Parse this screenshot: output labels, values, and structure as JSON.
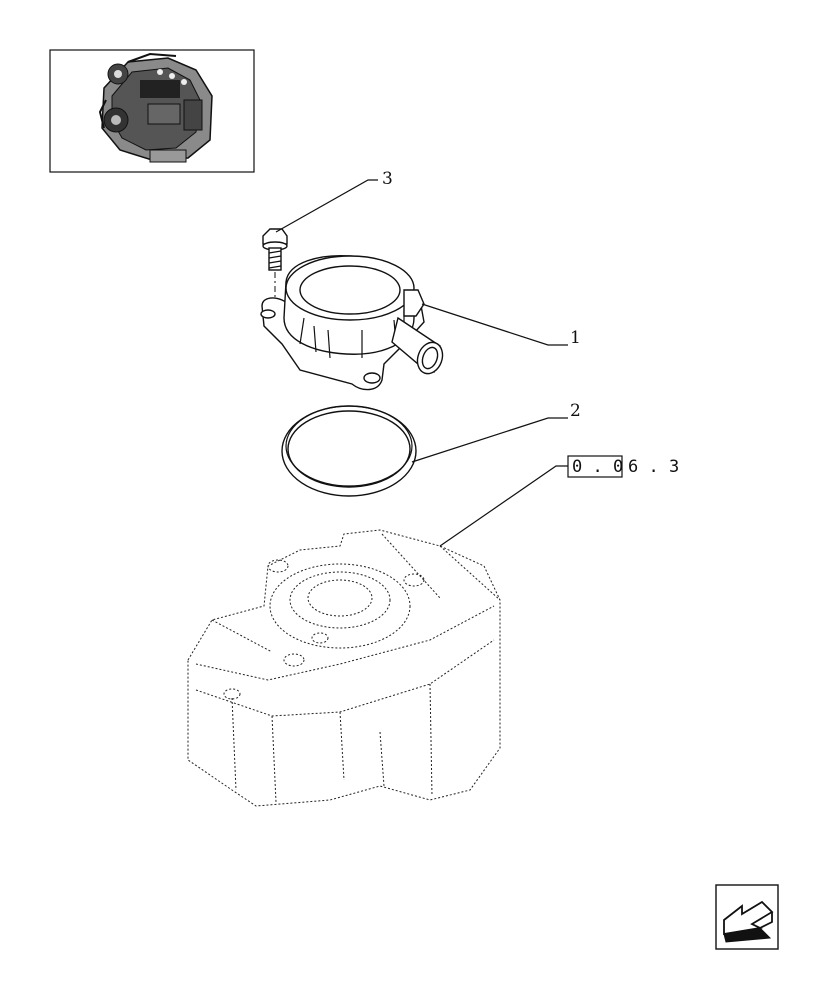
{
  "callouts": {
    "part_1": "1",
    "part_2": "2",
    "part_3": "3"
  },
  "reference": {
    "boxed": "0 . 0",
    "suffix": "6 . 3"
  },
  "icons": {
    "thumbnail": "engine-thumbnail-icon",
    "navigation": "previous-page-arrow-icon"
  }
}
